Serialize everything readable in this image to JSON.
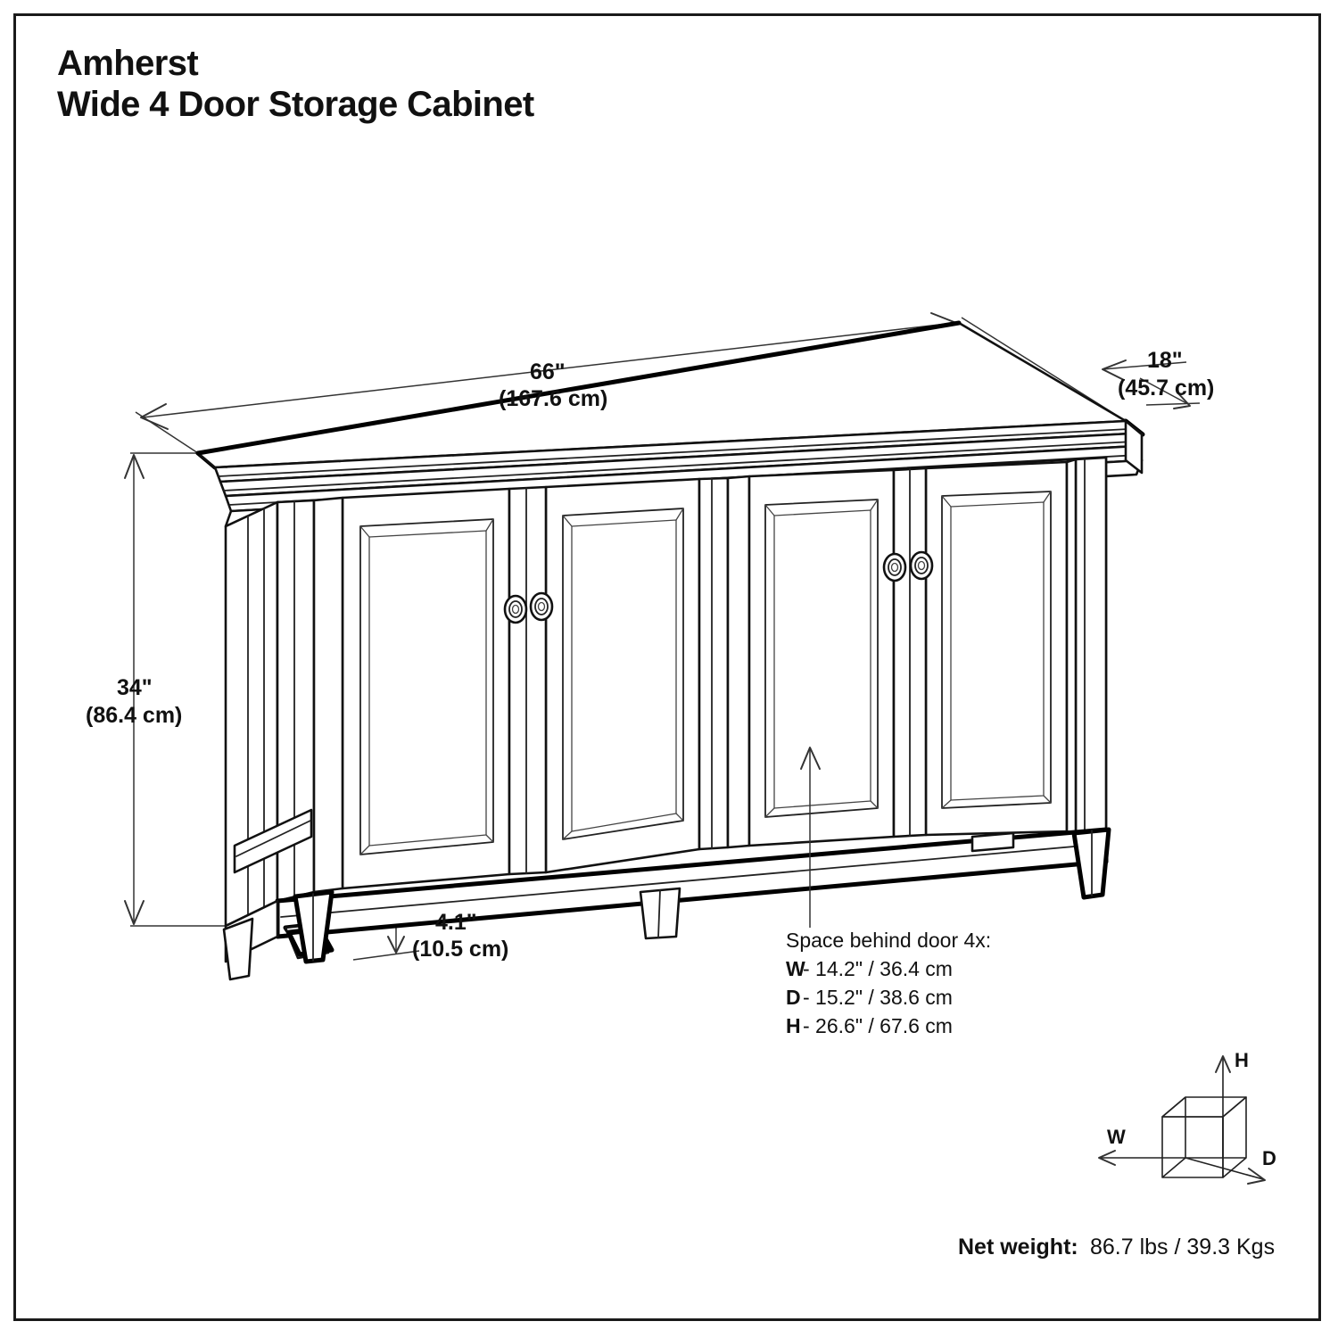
{
  "document": {
    "product_name": "Amherst",
    "product_subtitle": "Wide 4 Door Storage Cabinet"
  },
  "dimensions": {
    "width": {
      "imperial": "66\"",
      "metric": "(167.6 cm)"
    },
    "depth": {
      "imperial": "18\"",
      "metric": "(45.7 cm)"
    },
    "height": {
      "imperial": "34\"",
      "metric": "(86.4 cm)"
    },
    "leg_clearance": {
      "imperial": "4.1\"",
      "metric": "(10.5 cm)"
    }
  },
  "callout": {
    "heading": "Space behind door 4x:",
    "rows": [
      {
        "key": "W",
        "value": "- 14.2\" / 36.4 cm"
      },
      {
        "key": "D",
        "value": "- 15.2\" / 38.6 cm"
      },
      {
        "key": "H",
        "value": "- 26.6\" / 67.6 cm"
      }
    ]
  },
  "legend": {
    "height_axis": "H",
    "width_axis": "W",
    "depth_axis": "D"
  },
  "net_weight": {
    "label": "Net weight:",
    "value": "86.7 lbs / 39.3 Kgs"
  },
  "colors": {
    "ink": "#111111",
    "line": "#000000",
    "dimension": "#333333",
    "background": "#ffffff"
  }
}
